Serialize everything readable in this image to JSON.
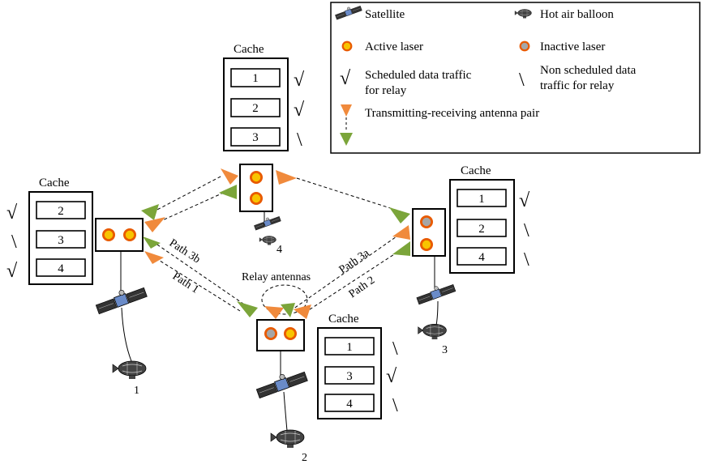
{
  "colors": {
    "active_laser_fill": "#F8C400",
    "active_laser_ring": "#E85A00",
    "inactive_laser_fill": "#A6A6A6",
    "transmit_antenna": "#F08A3C",
    "receive_antenna": "#7BA53A"
  },
  "legend": {
    "satellite": "Satellite",
    "balloon": "Hot air balloon",
    "active_laser": "Active laser",
    "inactive_laser": "Inactive laser",
    "scheduled_mark": "√",
    "scheduled_line1": "Scheduled data traffic",
    "scheduled_line2": "for relay",
    "non_scheduled_mark": "\\",
    "non_scheduled_line1": "Non scheduled data",
    "non_scheduled_line2": "traffic for relay",
    "antenna_pair": "Transmitting-receiving antenna pair"
  },
  "caches": [
    {
      "title": "Cache",
      "slots": [
        "1",
        "2",
        "3"
      ],
      "marks": [
        "√",
        "√",
        "\\"
      ]
    },
    {
      "title": "Cache",
      "slots": [
        "2",
        "3",
        "4"
      ],
      "marks": [
        "√",
        "\\",
        "√"
      ]
    },
    {
      "title": "Cache",
      "slots": [
        "1",
        "2",
        "4"
      ],
      "marks": [
        "√",
        "\\",
        "\\"
      ]
    },
    {
      "title": "Cache",
      "slots": [
        "1",
        "3",
        "4"
      ],
      "marks": [
        "\\",
        "√",
        "\\"
      ]
    }
  ],
  "nodes": {
    "n1": "1",
    "n2": "2",
    "n3": "3",
    "n4": "4"
  },
  "paths": {
    "path_3b": "Path 3b",
    "path_1": "Path 1",
    "path_3a": "Path 3a",
    "path_2": "Path 2"
  },
  "relay_label": "Relay antennas",
  "icons": [
    "satellite-icon",
    "hot-air-balloon-icon",
    "active-laser-icon",
    "inactive-laser-icon",
    "transmit-antenna-icon",
    "receive-antenna-icon"
  ]
}
